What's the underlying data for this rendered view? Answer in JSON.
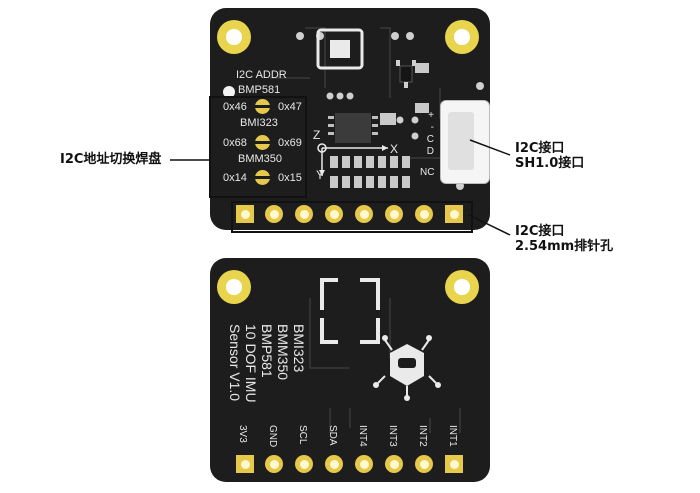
{
  "top_board": {
    "i2c_addr_title": "I2C ADDR",
    "sensors": [
      {
        "name": "BMP581",
        "addr_left": "",
        "addr_right": ""
      },
      {
        "name": "",
        "addr_left": "0x46",
        "addr_right": "0x47"
      },
      {
        "name": "BMI323",
        "addr_left": "0x68",
        "addr_right": "0x69"
      },
      {
        "name": "BMM350",
        "addr_left": "0x14",
        "addr_right": "0x15"
      }
    ],
    "axis_labels": {
      "z": "Z",
      "x": "X",
      "y": "Y"
    },
    "connector_pins": [
      "+",
      "-",
      "C",
      "D"
    ],
    "connector_nc": "NC"
  },
  "callouts": {
    "solder_jumper": "I2C地址切换焊盘",
    "sh_connector_line1": "I2C接口",
    "sh_connector_line2": "SH1.0接口",
    "header_line1": "I2C接口",
    "header_line2": "2.54mm排针孔"
  },
  "bottom_board": {
    "product_lines": [
      "Sensor V1.0",
      "10 DOF IMU",
      "BMP581",
      "BMM350",
      "BMI323"
    ],
    "pin_labels": [
      "3V3",
      "GND",
      "SCL",
      "SDA",
      "INT4",
      "INT3",
      "INT2",
      "INT1"
    ]
  },
  "colors": {
    "pcb": "#1d1d1d",
    "gold": "#e6c84a",
    "silk": "#e8e8e8"
  }
}
